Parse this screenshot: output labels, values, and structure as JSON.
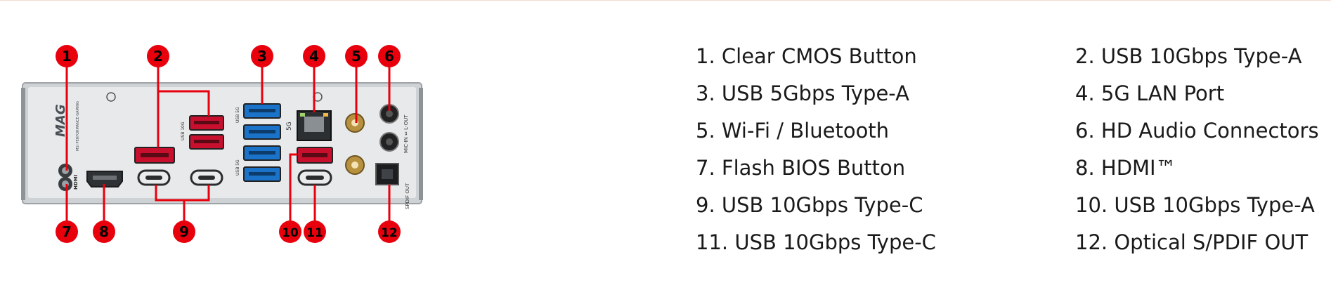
{
  "diagram": {
    "callouts_top": [
      "1",
      "2",
      "3",
      "4",
      "5",
      "6"
    ],
    "callouts_bottom": [
      "7",
      "8",
      "9",
      "10",
      "11",
      "12"
    ],
    "panel_labels": {
      "brand": "MAG",
      "brand_sub": "MSI PERFORMANCE GAMING",
      "usb_10g": "USB 10G",
      "usb_5g_a": "USB 5G",
      "usb_5g_b": "USB 5G",
      "lan_5g": "5G",
      "hdmi": "HDMI",
      "audio": "MIC-IN ⇔ L-OUT",
      "spdif": "SPDIF OUT"
    },
    "colors": {
      "callout": "#e8000d",
      "panel": "#d9dbdd",
      "usb_blue": "#1a73c8",
      "usb_red": "#c8102e"
    }
  },
  "legend": {
    "items": [
      {
        "text": "1. Clear CMOS Button"
      },
      {
        "text": "2. USB 10Gbps Type-A"
      },
      {
        "text": "3. USB 5Gbps Type-A"
      },
      {
        "text": "4. 5G LAN Port"
      },
      {
        "text": "5. Wi-Fi / Bluetooth"
      },
      {
        "text": "6. HD Audio Connectors"
      },
      {
        "text": "7. Flash BIOS Button"
      },
      {
        "text": "8. HDMI™"
      },
      {
        "text": "9. USB 10Gbps Type-C"
      },
      {
        "text": "10. USB 10Gbps Type-A"
      },
      {
        "text": "11. USB 10Gbps Type-C"
      },
      {
        "text": "12. Optical S/PDIF OUT"
      }
    ]
  }
}
